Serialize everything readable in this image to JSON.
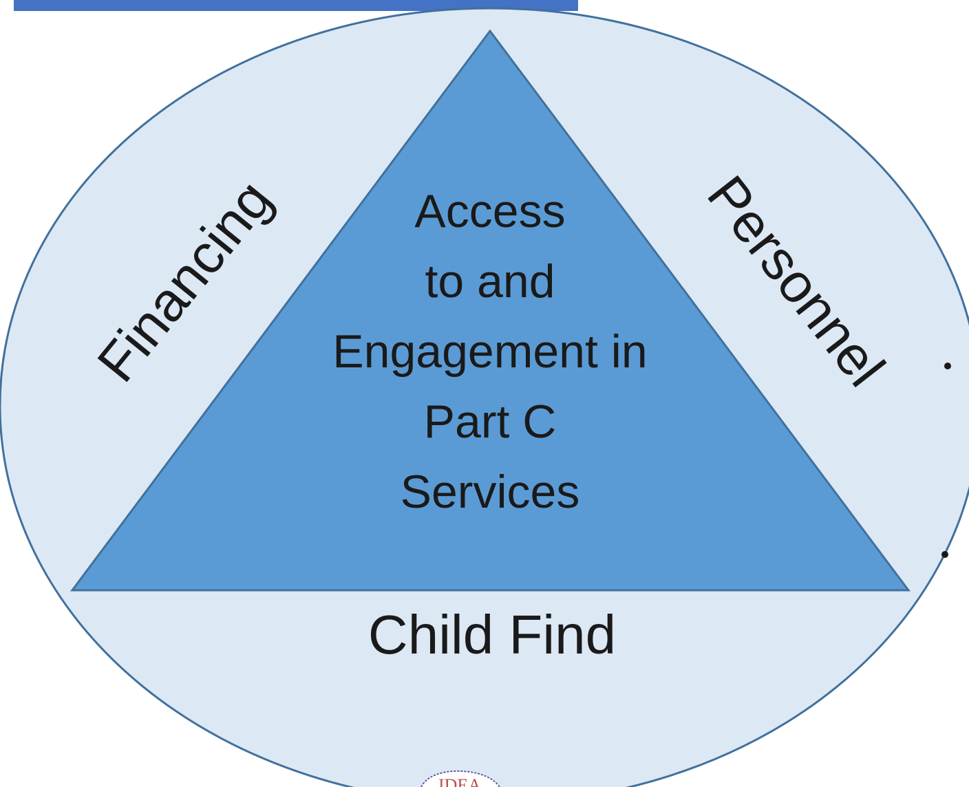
{
  "diagram": {
    "center_lines": [
      "Access",
      "to and",
      "Engagement in",
      "Part C",
      "Services"
    ],
    "left_label": "Financing",
    "right_label": "Personnel",
    "bottom_label": "Child Find",
    "logo_text": "IDEA"
  },
  "colors": {
    "header_bar": "#4472c4",
    "ellipse_fill": "#dde8f5",
    "ellipse_stroke": "#41719c",
    "triangle_fill": "#5b9bd5",
    "triangle_stroke": "#41719c",
    "logo_text": "#c0504d"
  }
}
